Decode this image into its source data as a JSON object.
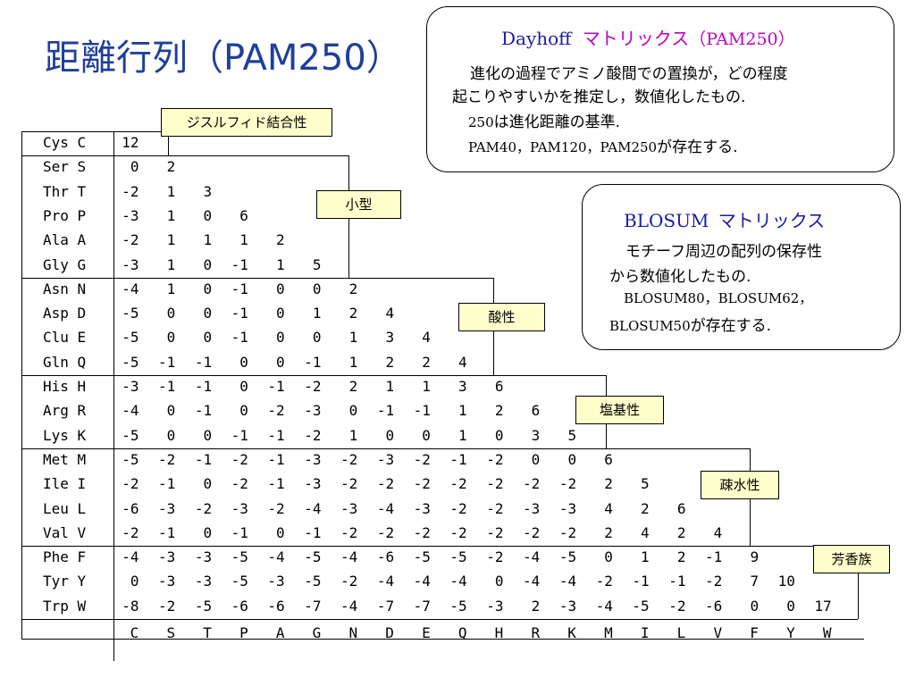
{
  "title": "距離行列（PAM250）",
  "matrix": {
    "row_labels": [
      "Cys C",
      "Ser S",
      "Thr T",
      "Pro P",
      "Ala A",
      "Gly G",
      "Asn N",
      "Asp D",
      "Clu E",
      "Gln Q",
      "His H",
      "Arg R",
      "Lys K",
      "Met M",
      "Ile I",
      "Leu L",
      "Val V",
      "Phe F",
      "Tyr Y",
      "Trp W"
    ],
    "rows": [
      [
        "12"
      ],
      [
        "0",
        "2"
      ],
      [
        "-2",
        "1",
        "3"
      ],
      [
        "-3",
        "1",
        "0",
        "6"
      ],
      [
        "-2",
        "1",
        "1",
        "1",
        "2"
      ],
      [
        "-3",
        "1",
        "0",
        "-1",
        "1",
        "5"
      ],
      [
        "-4",
        "1",
        "0",
        "-1",
        "0",
        "0",
        "2"
      ],
      [
        "-5",
        "0",
        "0",
        "-1",
        "0",
        "1",
        "2",
        "4"
      ],
      [
        "-5",
        "0",
        "0",
        "-1",
        "0",
        "0",
        "1",
        "3",
        "4"
      ],
      [
        "-5",
        "-1",
        "-1",
        "0",
        "0",
        "-1",
        "1",
        "2",
        "2",
        "4"
      ],
      [
        "-3",
        "-1",
        "-1",
        "0",
        "-1",
        "-2",
        "2",
        "1",
        "1",
        "3",
        "6"
      ],
      [
        "-4",
        "0",
        "-1",
        "0",
        "-2",
        "-3",
        "0",
        "-1",
        "-1",
        "1",
        "2",
        "6"
      ],
      [
        "-5",
        "0",
        "0",
        "-1",
        "-1",
        "-2",
        "1",
        "0",
        "0",
        "1",
        "0",
        "3",
        "5"
      ],
      [
        "-5",
        "-2",
        "-1",
        "-2",
        "-1",
        "-3",
        "-2",
        "-3",
        "-2",
        "-1",
        "-2",
        "0",
        "0",
        "6"
      ],
      [
        "-2",
        "-1",
        "0",
        "-2",
        "-1",
        "-3",
        "-2",
        "-2",
        "-2",
        "-2",
        "-2",
        "-2",
        "-2",
        "2",
        "5"
      ],
      [
        "-6",
        "-3",
        "-2",
        "-3",
        "-2",
        "-4",
        "-3",
        "-4",
        "-3",
        "-2",
        "-2",
        "-3",
        "-3",
        "4",
        "2",
        "6"
      ],
      [
        "-2",
        "-1",
        "0",
        "-1",
        "0",
        "-1",
        "-2",
        "-2",
        "-2",
        "-2",
        "-2",
        "-2",
        "-2",
        "2",
        "4",
        "2",
        "4"
      ],
      [
        "-4",
        "-3",
        "-3",
        "-5",
        "-4",
        "-5",
        "-4",
        "-6",
        "-5",
        "-5",
        "-2",
        "-4",
        "-5",
        "0",
        "1",
        "2",
        "-1",
        "9"
      ],
      [
        "0",
        "-3",
        "-3",
        "-5",
        "-3",
        "-5",
        "-2",
        "-4",
        "-4",
        "-4",
        "0",
        "-4",
        "-4",
        "-2",
        "-1",
        "-1",
        "-2",
        "7",
        "10"
      ],
      [
        "-8",
        "-2",
        "-5",
        "-6",
        "-6",
        "-7",
        "-4",
        "-7",
        "-7",
        "-5",
        "-3",
        "2",
        "-3",
        "-4",
        "-5",
        "-2",
        "-6",
        "0",
        "0",
        "17"
      ]
    ],
    "column_labels": [
      "C",
      "S",
      "T",
      "P",
      "A",
      "G",
      "N",
      "D",
      "E",
      "Q",
      "H",
      "R",
      "K",
      "M",
      "I",
      "L",
      "V",
      "F",
      "Y",
      "W"
    ]
  },
  "group_tags": {
    "disulfide": "ジスルフィド結合性",
    "small": "小型",
    "acidic": "酸性",
    "basic": "塩基性",
    "hydrophobic": "疎水性",
    "aromatic": "芳香族"
  },
  "dayhoff_box": {
    "heading_latin": "Dayhoff",
    "heading_jp": "マトリックス",
    "heading_paren": "（PAM250）",
    "line1": "進化の過程でアミノ酸間での置換が，どの程度",
    "line2": "起こりやすいかを推定し，数値化したもの.",
    "line3_num": "250",
    "line3_text": "は進化距離の基準.",
    "line4_latin": "PAM40，PAM120，PAM250",
    "line4_text": "が存在する."
  },
  "blosum_box": {
    "heading_latin": "BLOSUM",
    "heading_jp": "マトリックス",
    "line1": "モチーフ周辺の配列の保存性",
    "line2": "から数値化したもの.",
    "line3_latin": "BLOSUM80，BLOSUM62，",
    "line4_latin": "BLOSUM50",
    "line4_text": "が存在する."
  },
  "colors": {
    "title": "#1f3f99",
    "heading_latin": "#1a1aa8",
    "heading_jp": "#c000c0",
    "tag_fill": "#ffffcc"
  }
}
